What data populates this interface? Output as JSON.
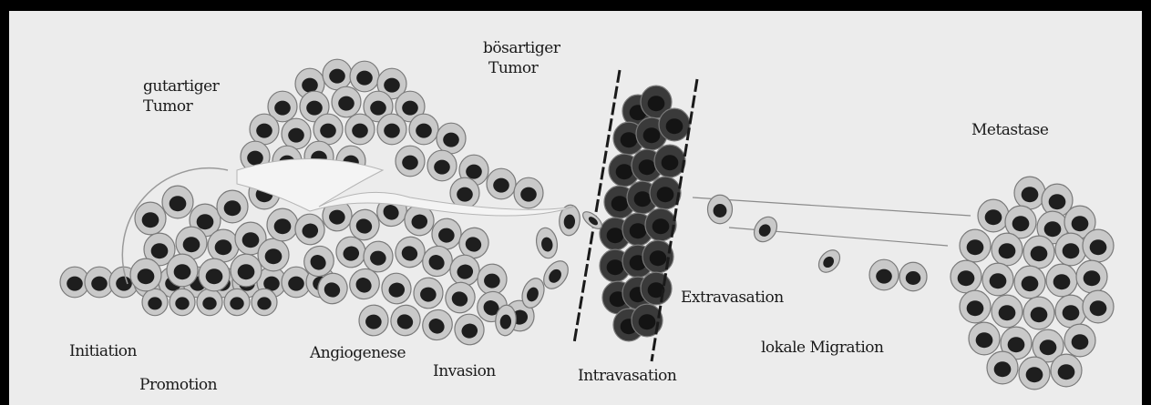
{
  "labels": {
    "benign_line1": "gutartiger",
    "benign_line2": "Tumor",
    "malignant_line1": "bösartiger",
    "malignant_line2": "Tumor",
    "metastasis": "Metastase",
    "extravasation": "Extravasation",
    "local_migration": "lokale Migration",
    "initiation": "Initiation",
    "promotion": "Promotion",
    "angiogenesis": "Angiogenese",
    "invasion": "Invasion",
    "intravasation": "Intravasation"
  },
  "colors": {
    "background": "#ececec",
    "frame": "#000000",
    "cell_body": "#c9c9c9",
    "cell_outline": "#7a7a7a",
    "nucleus": "#1e1e1e",
    "vessel_cells": "#3a3a3a"
  }
}
